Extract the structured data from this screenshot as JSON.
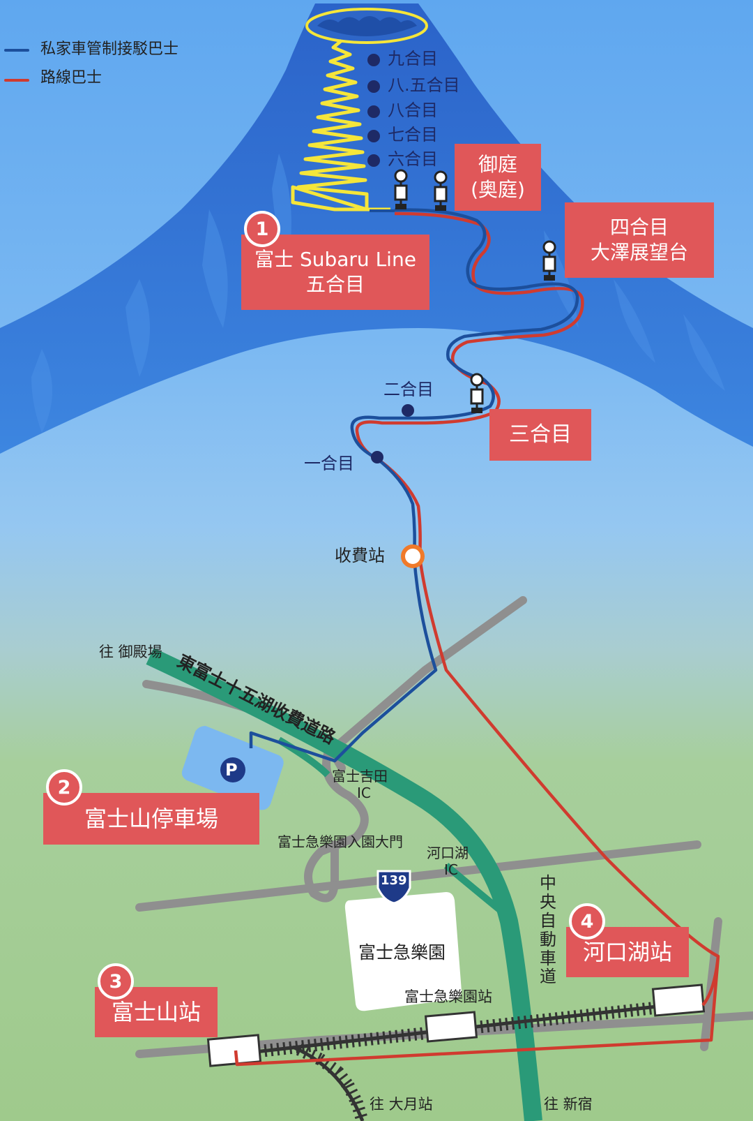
{
  "legend": {
    "items": [
      {
        "label": "私家車管制接駁巴士",
        "color": "#1c4f9c"
      },
      {
        "label": "路線巴士",
        "color": "#d03b2f"
      }
    ]
  },
  "stations": {
    "upper": [
      "九合目",
      "八.五合目",
      "八合目",
      "七合目",
      "六合目"
    ],
    "ichigome": "一合目",
    "nigome": "二合目",
    "toll": "收費站"
  },
  "stops": {
    "subaru": {
      "number": "1",
      "line1": "富士 Subaru Line",
      "line2": "五合目"
    },
    "oniwa": {
      "line1": "御庭",
      "line2": "(奥庭)"
    },
    "yongome": {
      "line1": "四合目",
      "line2": "大澤展望台"
    },
    "sangome": {
      "line1": "三合目"
    },
    "parking": {
      "number": "2",
      "line1": "富士山停車場",
      "symbol": "P"
    },
    "fujisan_station": {
      "number": "3",
      "line1": "富士山站"
    },
    "kawaguchiko_station": {
      "number": "4",
      "line1": "河口湖站"
    }
  },
  "places": {
    "gotemba": "往 御殿場",
    "toll_road": "東富士十五湖收費道路",
    "yoshida_ic_1": "富士吉田",
    "yoshida_ic_2": "IC",
    "highland_gate": "富士急樂園入園大門",
    "kawaguchiko_ic_1": "河口湖",
    "kawaguchiko_ic_2": "IC",
    "route_number": "139",
    "expressway": "中央自動車道",
    "highland": "富士急樂園",
    "highland_station": "富士急樂園站",
    "otsuki": "往 大月站",
    "shinjuku": "往 新宿"
  },
  "colors": {
    "mountain": "#2f6fd4",
    "route_blue": "#1c4f9c",
    "route_red": "#d03b2f",
    "label_red": "#e05759",
    "toll_orange": "#f07a2a",
    "expressway": "#2a9a78",
    "road_gray": "#8f8f8f",
    "summit_yellow": "#f5e63a"
  }
}
